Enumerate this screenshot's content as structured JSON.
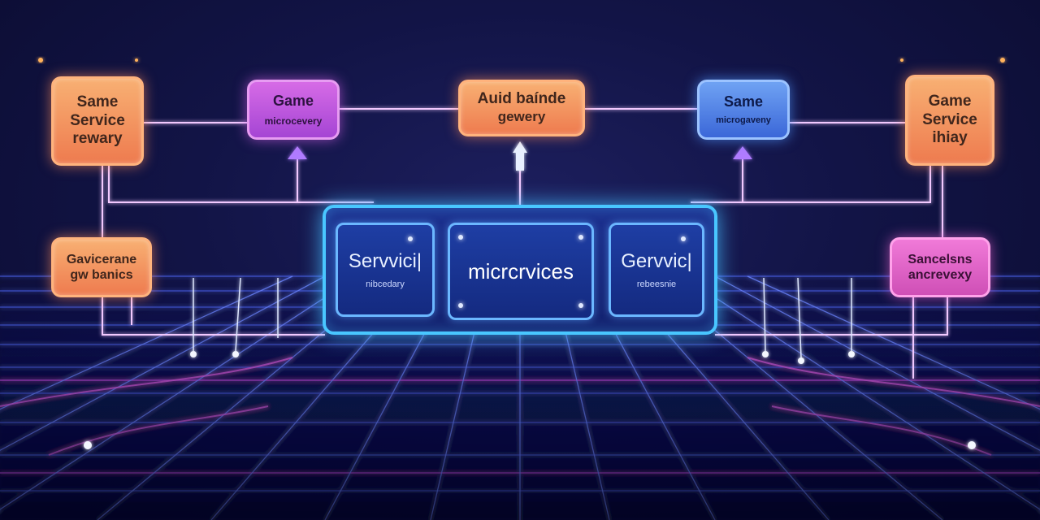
{
  "diagram": {
    "top_nodes": [
      {
        "lines": [
          "Same",
          "Service",
          "rewary"
        ]
      },
      {
        "lines": [
          "Game",
          "microcevery"
        ]
      },
      {
        "lines": [
          "Auid baínde",
          "gewery"
        ]
      },
      {
        "lines": [
          "Same",
          "microgaveny"
        ]
      },
      {
        "lines": [
          "Game",
          "Service",
          "ihiay"
        ]
      }
    ],
    "side_nodes": [
      {
        "lines": [
          "Gavicerane",
          "gw banics"
        ]
      },
      {
        "lines": [
          "Sancelsns",
          "ancrevexy"
        ]
      }
    ],
    "central_panel": {
      "left": {
        "title": "Servvici|",
        "subtitle": "nibcedary"
      },
      "center": {
        "title": "micrcrvices"
      },
      "right": {
        "title": "Gervvic|",
        "subtitle": "rebeesnie"
      }
    },
    "colors": {
      "background": "#121446",
      "orange": "#ee7b4f",
      "purple": "#a545d4",
      "blue": "#3b67d8",
      "pink": "#cf4fb6",
      "panel_border": "#49c7ff",
      "grid_blue": "#5a7bff",
      "grid_pink": "#d24bd8"
    }
  }
}
